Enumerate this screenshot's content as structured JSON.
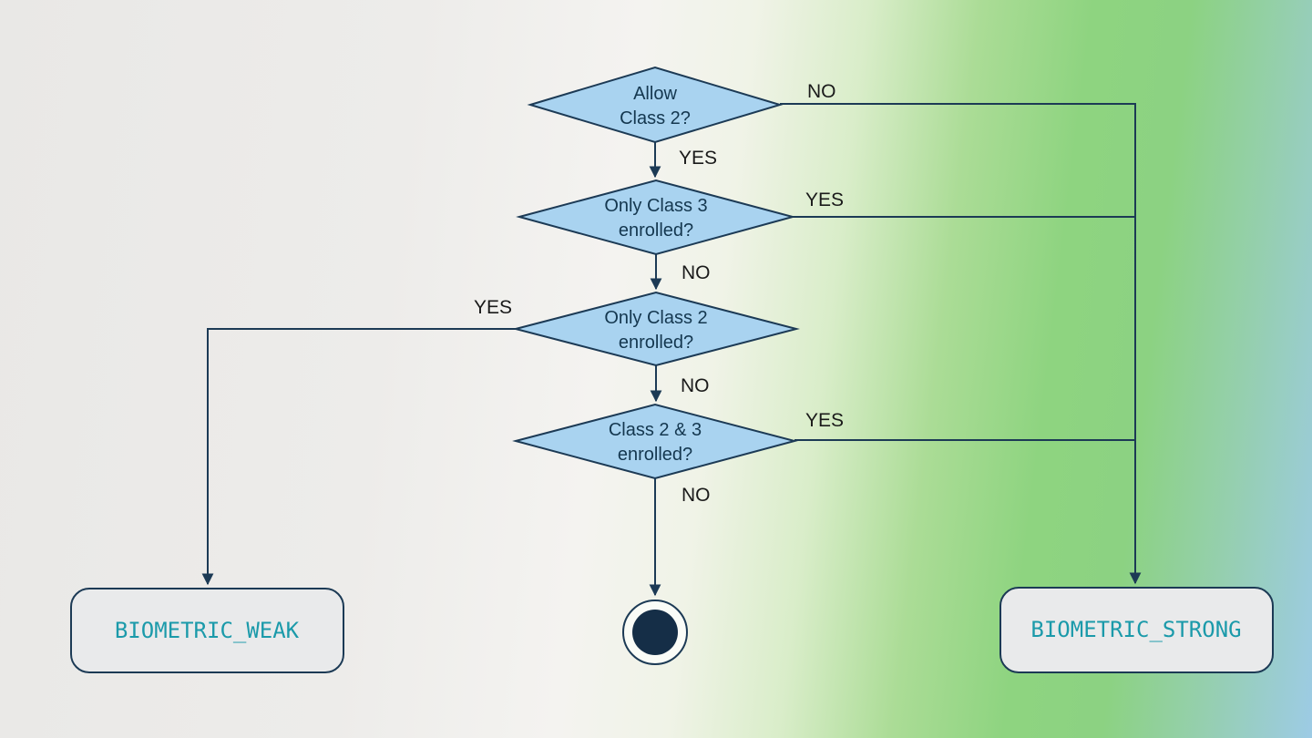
{
  "diagram": {
    "decisions": [
      {
        "line1": "Allow",
        "line2": "Class 2?",
        "no_label": "NO",
        "yes_label": "YES"
      },
      {
        "line1": "Only Class 3",
        "line2": "enrolled?",
        "yes_label": "YES",
        "no_label": "NO"
      },
      {
        "line1": "Only Class 2",
        "line2": "enrolled?",
        "yes_label": "YES",
        "no_label": "NO"
      },
      {
        "line1": "Class 2 & 3",
        "line2": "enrolled?",
        "yes_label": "YES",
        "no_label": "NO"
      }
    ],
    "terminals": {
      "weak": "BIOMETRIC_WEAK",
      "strong": "BIOMETRIC_STRONG"
    },
    "colors": {
      "diamond_fill": "#a9d3f0",
      "diamond_stroke": "#1c3a55",
      "diamond_text": "#14374f",
      "edge_stroke": "#1c3a55",
      "edge_label_text": "#1a1a1a",
      "terminal_fill": "#e9eaeb",
      "terminal_text": "#1b9aaa",
      "end_circle_fill": "#152e47",
      "background_gray": "#e9e8e6",
      "background_green": "#8ed480",
      "background_blue": "#9dcbe5"
    }
  }
}
